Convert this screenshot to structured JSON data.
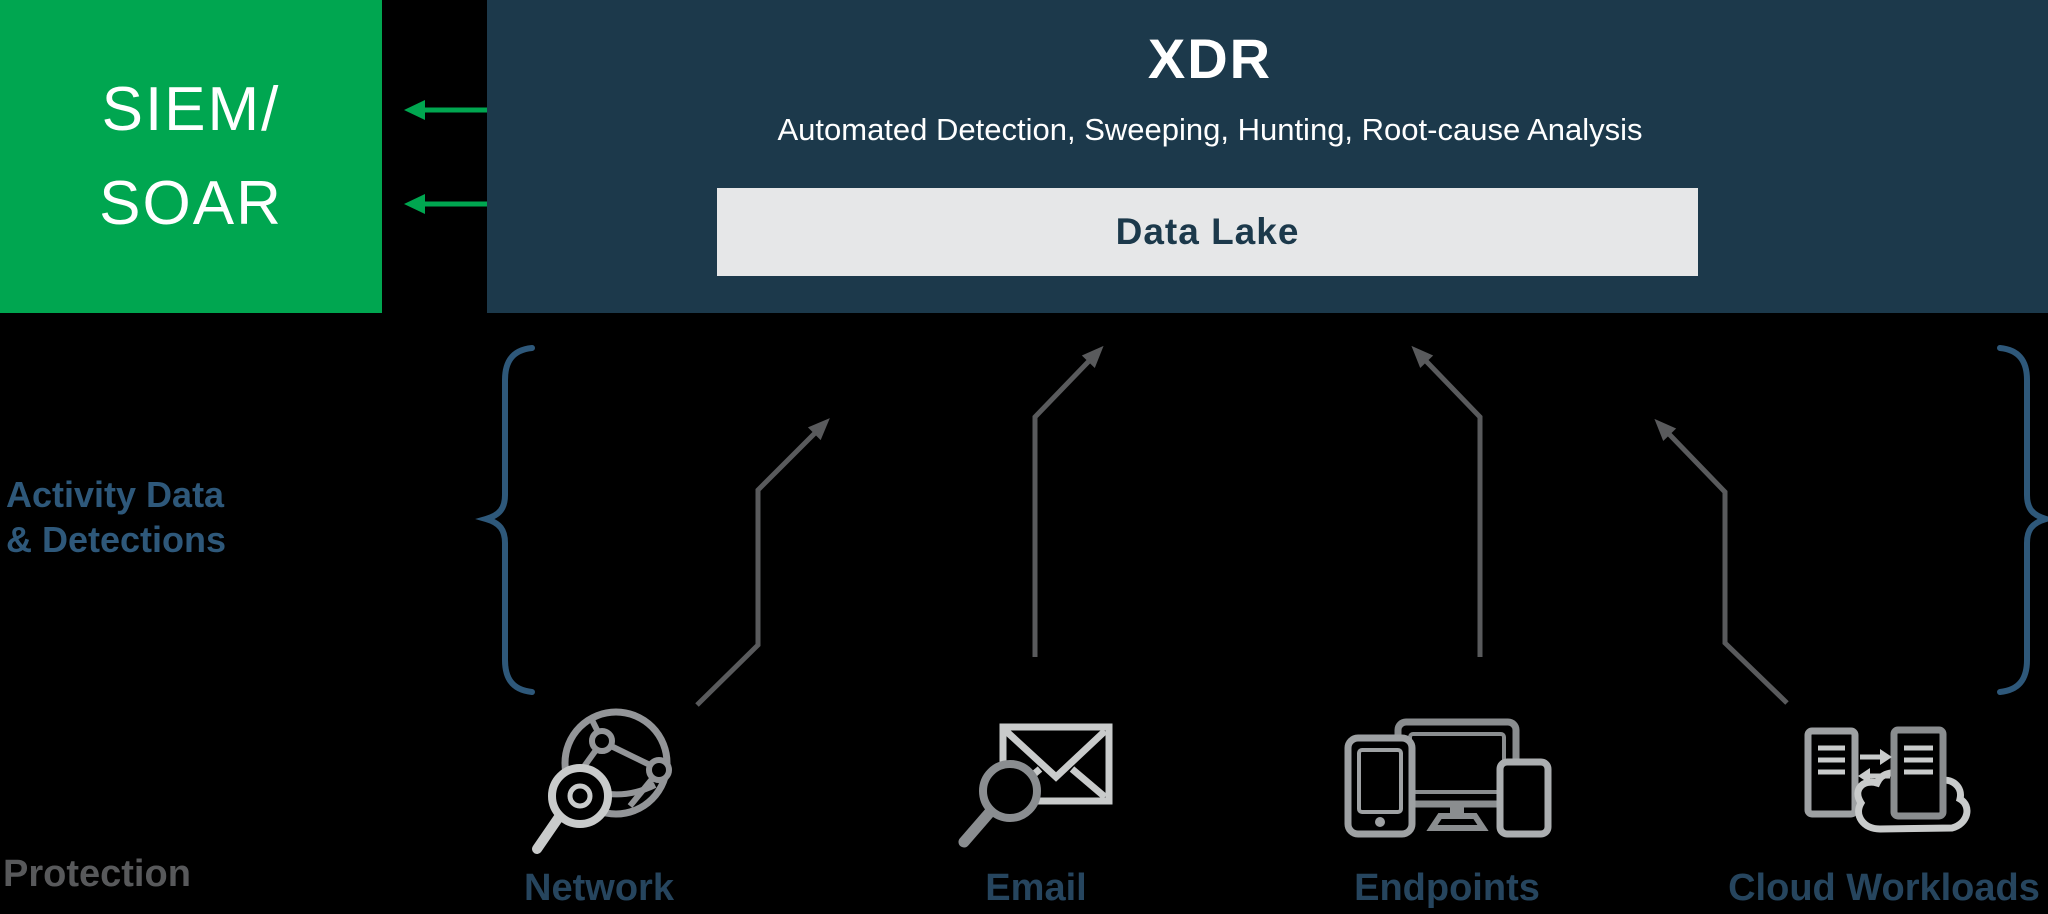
{
  "siem_soar_box": {
    "line1": "SIEM/",
    "line2": "SOAR"
  },
  "xdr_box": {
    "title": "XDR",
    "subtitle": "Automated Detection, Sweeping, Hunting, Root-cause Analysis",
    "data_lake_label": "Data Lake"
  },
  "annotations": {
    "activity_line1": "Activity Data",
    "activity_line2": "& Detections",
    "protection": "Protection"
  },
  "sources": [
    {
      "label": "Network",
      "icon": "globe-magnifier-icon"
    },
    {
      "label": "Email",
      "icon": "envelope-magnifier-icon"
    },
    {
      "label": "Endpoints",
      "icon": "devices-icon"
    },
    {
      "label": "Cloud Workloads",
      "icon": "servers-cloud-icon"
    }
  ],
  "colors": {
    "green": "#00A650",
    "navy": "#1C394B",
    "steel_blue": "#2E587A",
    "label_navy": "#26455E",
    "protection_gray": "#58595B",
    "arrow_gray": "#595A5C",
    "data_lake_bg": "#E6E7E8",
    "icon_light_gray": "#C9CBCB",
    "icon_mid_gray": "#939598",
    "icon_dark_gray": "#8A8D90",
    "background": "#000000"
  }
}
